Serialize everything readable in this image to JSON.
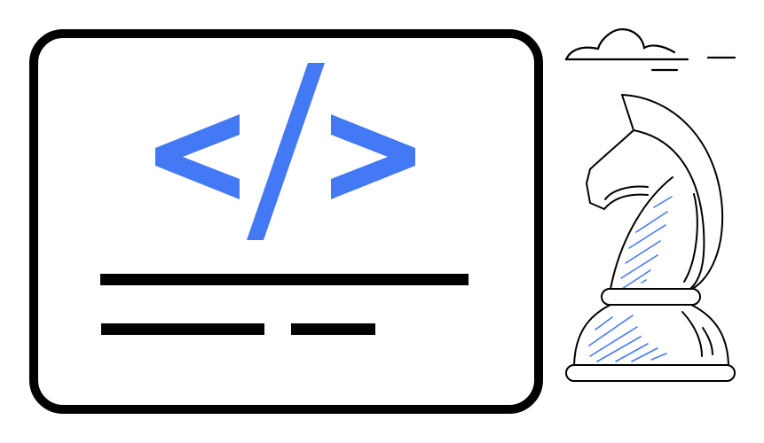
{
  "illustration": {
    "subject": "code card with chess knight",
    "code_symbol": "</>",
    "colors": {
      "accent": "#4479F6",
      "stroke": "#000000",
      "background": "#FFFFFF"
    },
    "elements": {
      "card": "code-card",
      "text_lines": 3,
      "chess_piece": "knight",
      "cloud": "cloud"
    }
  }
}
